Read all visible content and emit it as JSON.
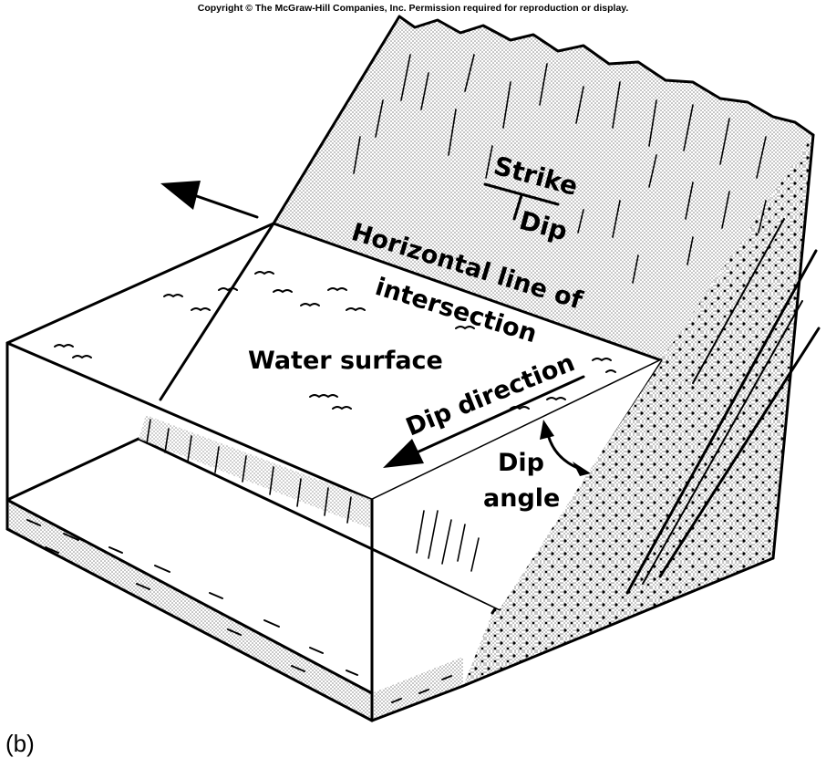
{
  "copyright": "Copyright © The McGraw-Hill Companies, Inc. Permission required for reproduction or display.",
  "panel_label": "(b)",
  "labels": {
    "strike": "Strike",
    "dip_symbol": "Dip",
    "horizontal_line_1": "Horizontal line of",
    "horizontal_line_2": "intersection",
    "water_surface": "Water surface",
    "dip_direction": "Dip direction",
    "dip_angle_1": "Dip",
    "dip_angle_2": "angle"
  },
  "colors": {
    "ink": "#000000",
    "paper": "#ffffff",
    "stipple": "#9a9a9a"
  }
}
